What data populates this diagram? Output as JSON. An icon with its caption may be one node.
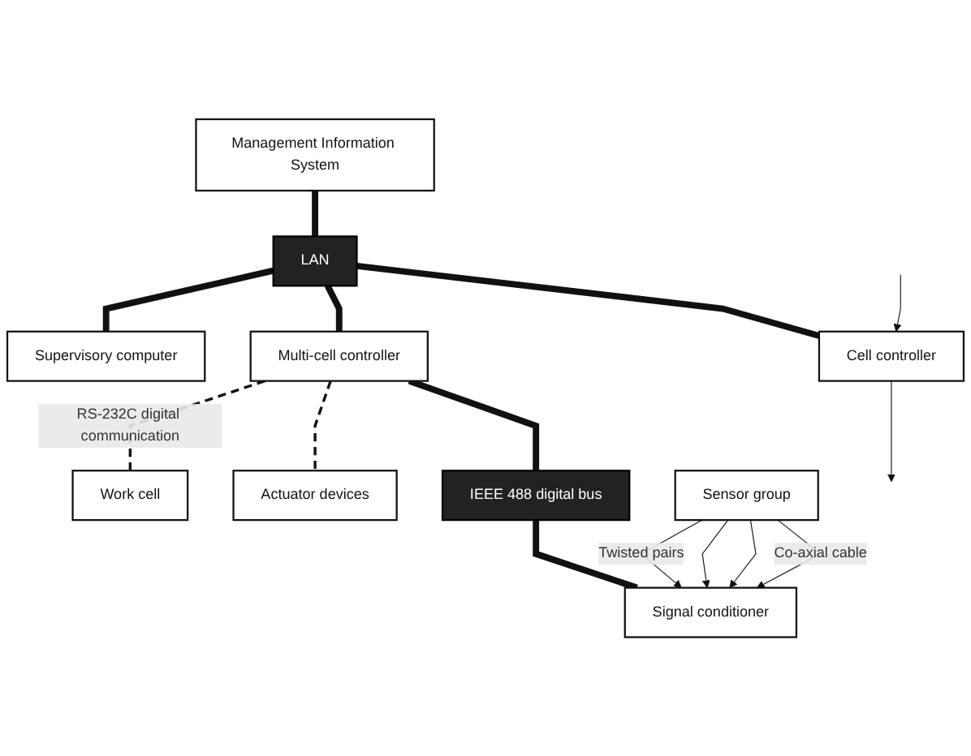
{
  "diagram": {
    "nodes": [
      {
        "text": [
          "Management Information System"
        ]
      },
      {
        "text": [
          "LAN"
        ]
      },
      {
        "text": [
          "Cell controller"
        ]
      },
      {
        "text": [
          "Multi-cell controller"
        ]
      },
      {
        "text": [
          "Supervisory computer"
        ]
      },
      {
        "text": [
          "IEEE 488 digital bus"
        ]
      },
      {
        "text": [
          "Signal conditioner"
        ]
      },
      {
        "text": [
          "Actuator devices"
        ]
      },
      {
        "text": [
          "Work cell"
        ]
      },
      {
        "text": [
          "Sensor group"
        ]
      }
    ],
    "edges": [
      {
        "from": 0,
        "to": 1,
        "arrow": "none",
        "style": "thick"
      },
      {
        "from": 1,
        "to": 2,
        "arrow": "none",
        "style": "thick"
      },
      {
        "from": 1,
        "to": 3,
        "arrow": "none",
        "style": "thick"
      },
      {
        "from": 1,
        "to": 4,
        "arrow": "none",
        "style": "thick"
      },
      {
        "from": 2,
        "to": null,
        "arrow": "to"
      },
      {
        "from": null,
        "to": 2,
        "arrow": "to"
      },
      {
        "from": 3,
        "to": 5,
        "arrow": "none",
        "style": "thick"
      },
      {
        "from": 3,
        "to": 7,
        "arrow": "none",
        "style": "dashed"
      },
      {
        "from": 3,
        "to": 8,
        "arrow": "none",
        "style": "dashed",
        "label": "RS-232C digital communication"
      },
      {
        "from": 5,
        "to": 6,
        "arrow": "none",
        "style": "thick"
      },
      {
        "from": 9,
        "to": 6,
        "arrow": "to",
        "label": "Co-axial cable"
      },
      {
        "from": 9,
        "to": 6,
        "arrow": "to"
      },
      {
        "from": 9,
        "to": 6,
        "arrow": "to"
      },
      {
        "from": 9,
        "to": 6,
        "arrow": "to",
        "label": "Twisted pairs"
      }
    ]
  }
}
